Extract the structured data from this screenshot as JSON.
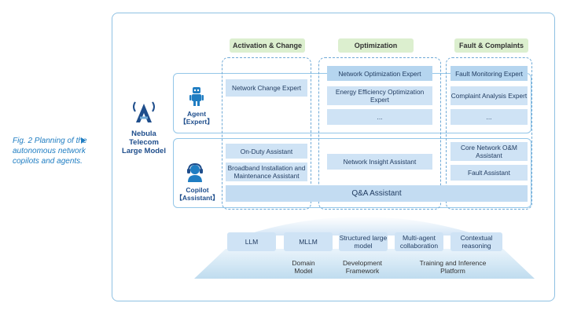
{
  "caption": "Fig. 2 Planning of the autonomous network copilots and agents.",
  "model_name": "Nebula Telecom Large Model",
  "columns": [
    "Activation & Change",
    "Optimization",
    "Fault & Complaints"
  ],
  "agent_row": {
    "label": "Agent【Expert】",
    "cells": {
      "network_change": "Network Change Expert",
      "network_optimization": "Network Optimization Expert",
      "energy_efficiency": "Energy Efficiency Optimization Expert",
      "optimization_more": "...",
      "fault_monitoring": "Fault Monitoring Expert",
      "complaint_analysis": "Complaint Analysis Expert",
      "fault_more": "..."
    }
  },
  "copilot_row": {
    "label": "Copilot【Assistant】",
    "cells": {
      "on_duty": "On-Duty Assistant",
      "broadband": "Broadband Installation and Maintenance Assistant",
      "network_insight": "Network Insight Assistant",
      "core_network": "Core Network O&M Assistant",
      "fault_assistant": "Fault Assistant",
      "qa": "Q&A Assistant"
    }
  },
  "base": [
    "LLM",
    "MLLM",
    "Structured large model",
    "Multi-agent collaboration",
    "Contextual reasoning"
  ],
  "bottom_labels": [
    "Domain Model",
    "Development Framework",
    "Training and Inference Platform"
  ],
  "colors": {
    "accent": "#1f7dc2",
    "cell": "#cfe3f5",
    "header": "#dcefcf",
    "border": "#8fc1e3"
  }
}
